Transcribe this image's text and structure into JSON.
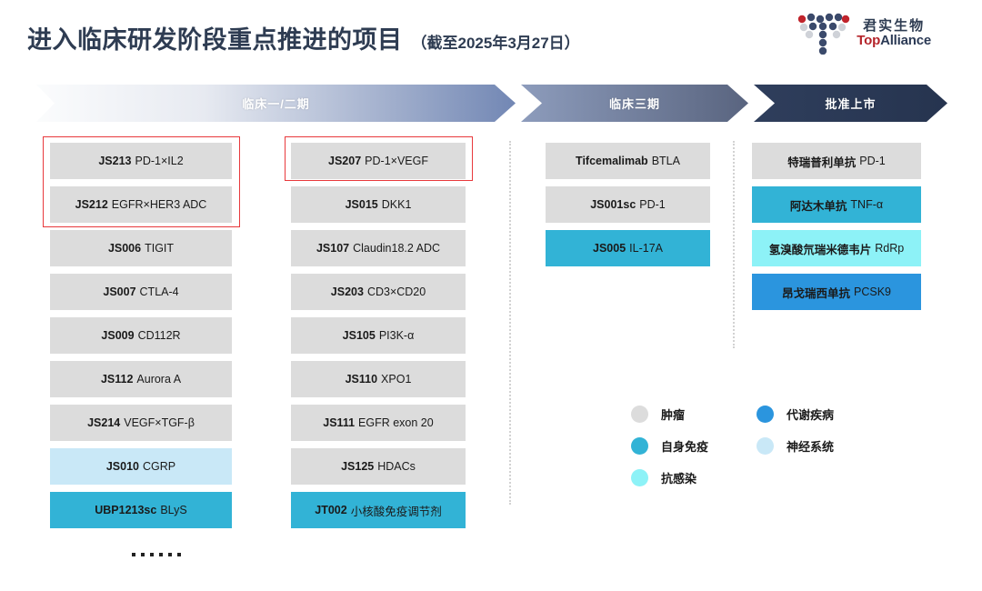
{
  "header": {
    "title": "进入临床研发阶段重点推进的项目",
    "subtitle": "（截至2025年3月27日）",
    "logo": {
      "cn": "君实生物",
      "en_top": "Top",
      "en_alliance": "Alliance"
    }
  },
  "phases": [
    {
      "label": "临床一/二期"
    },
    {
      "label": "临床三期"
    },
    {
      "label": "批准上市"
    }
  ],
  "colors": {
    "tumor": "#dcdcdc",
    "autoimmune": "#32b3d6",
    "neuro": "#c9e8f7",
    "antiinfective": "#8df2f7",
    "metabolic": "#2b95de",
    "highlight": "#e8393c",
    "title": "#2e3c52"
  },
  "columns": [
    {
      "name": "clinical-phase-1-2-col-a",
      "items": [
        {
          "code": "JS213",
          "target": "PD-1×IL2",
          "category": "tumor"
        },
        {
          "code": "JS212",
          "target": "EGFR×HER3 ADC",
          "category": "tumor"
        },
        {
          "code": "JS006",
          "target": "TIGIT",
          "category": "tumor"
        },
        {
          "code": "JS007",
          "target": "CTLA-4",
          "category": "tumor"
        },
        {
          "code": "JS009",
          "target": "CD112R",
          "category": "tumor"
        },
        {
          "code": "JS112",
          "target": "Aurora A",
          "category": "tumor"
        },
        {
          "code": "JS214",
          "target": "VEGF×TGF-β",
          "category": "tumor"
        },
        {
          "code": "JS010",
          "target": "CGRP",
          "category": "neuro"
        },
        {
          "code": "UBP1213sc",
          "target": "BLyS",
          "category": "autoimmune"
        }
      ]
    },
    {
      "name": "clinical-phase-1-2-col-b",
      "items": [
        {
          "code": "JS207",
          "target": "PD-1×VEGF",
          "category": "tumor"
        },
        {
          "code": "JS015",
          "target": "DKK1",
          "category": "tumor"
        },
        {
          "code": "JS107",
          "target": "Claudin18.2 ADC",
          "category": "tumor"
        },
        {
          "code": "JS203",
          "target": "CD3×CD20",
          "category": "tumor"
        },
        {
          "code": "JS105",
          "target": "PI3K-α",
          "category": "tumor"
        },
        {
          "code": "JS110",
          "target": "XPO1",
          "category": "tumor"
        },
        {
          "code": "JS111",
          "target": "EGFR exon 20",
          "category": "tumor"
        },
        {
          "code": "JS125",
          "target": "HDACs",
          "category": "tumor"
        },
        {
          "code": "JT002",
          "target": "小核酸免疫调节剂",
          "category": "autoimmune"
        }
      ]
    },
    {
      "name": "clinical-phase-3",
      "items": [
        {
          "code": "Tifcemalimab",
          "target": "BTLA",
          "category": "tumor"
        },
        {
          "code": "JS001sc",
          "target": "PD-1",
          "category": "tumor"
        },
        {
          "code": "JS005",
          "target": "IL-17A",
          "category": "autoimmune"
        }
      ]
    },
    {
      "name": "approved-marketed",
      "items": [
        {
          "code": "特瑞普利单抗",
          "target": "PD-1",
          "category": "tumor"
        },
        {
          "code": "阿达木单抗",
          "target": "TNF-α",
          "category": "autoimmune"
        },
        {
          "code": "氢溴酸氘瑞米德韦片",
          "target": "RdRp",
          "category": "antiinfective"
        },
        {
          "code": "昂戈瑞西单抗",
          "target": "PCSK9",
          "category": "metabolic"
        }
      ]
    }
  ],
  "legend": [
    {
      "label": "肿瘤",
      "category": "tumor"
    },
    {
      "label": "代谢疾病",
      "category": "metabolic"
    },
    {
      "label": "自身免疫",
      "category": "autoimmune"
    },
    {
      "label": "神经系统",
      "category": "neuro"
    },
    {
      "label": "抗感染",
      "category": "antiinfective"
    }
  ],
  "ellipsis": {
    "dot_count": 6
  }
}
